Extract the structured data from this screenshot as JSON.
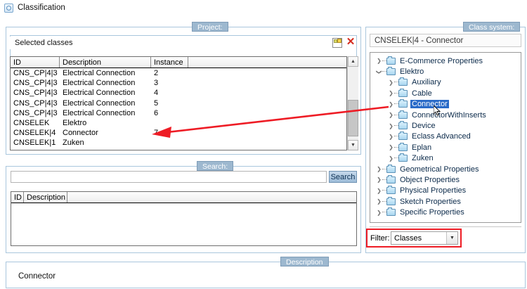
{
  "window": {
    "title": "Classification",
    "icon": "classification-icon"
  },
  "panels": {
    "project": {
      "label": "Project:"
    },
    "class_system": {
      "label": "Class system:"
    },
    "search": {
      "label": "Search:"
    },
    "description": {
      "label": "Description"
    }
  },
  "selected_classes": {
    "title": "Selected classes",
    "toolbar": {
      "new_icon": "new-class-icon",
      "close_icon": "close-icon"
    },
    "columns": [
      "ID",
      "Description",
      "Instance",
      ""
    ],
    "rows": [
      {
        "id": "CNS_CP|4|3",
        "description": "Electrical Connection",
        "instance": "2"
      },
      {
        "id": "CNS_CP|4|3",
        "description": "Electrical Connection",
        "instance": "3"
      },
      {
        "id": "CNS_CP|4|3",
        "description": "Electrical Connection",
        "instance": "4"
      },
      {
        "id": "CNS_CP|4|3",
        "description": "Electrical Connection",
        "instance": "5"
      },
      {
        "id": "CNS_CP|4|3",
        "description": "Electrical Connection",
        "instance": "6"
      },
      {
        "id": "CNSELEK",
        "description": "Elektro",
        "instance": ""
      },
      {
        "id": "CNSELEK|4",
        "description": "Connector",
        "instance": "7"
      },
      {
        "id": "CNSELEK|1",
        "description": "Zuken",
        "instance": ""
      }
    ],
    "scrollbar": {
      "up_icon": "chevron-up-icon",
      "down_icon": "chevron-down-icon"
    }
  },
  "search": {
    "input_value": "",
    "placeholder": "",
    "button_label": "Search",
    "results_columns": [
      "ID",
      "Description",
      ""
    ],
    "results_rows": []
  },
  "class_system": {
    "selected_path": "CNSELEK|4 - Connector",
    "tree": [
      {
        "label": "E-Commerce Properties",
        "depth": 0,
        "state": "collapsed",
        "selected": false
      },
      {
        "label": "Elektro",
        "depth": 0,
        "state": "expanded",
        "selected": false
      },
      {
        "label": "Auxiliary",
        "depth": 1,
        "state": "collapsed",
        "selected": false
      },
      {
        "label": "Cable",
        "depth": 1,
        "state": "collapsed",
        "selected": false
      },
      {
        "label": "Connector",
        "depth": 1,
        "state": "collapsed",
        "selected": true
      },
      {
        "label": "ConnectorWithInserts",
        "depth": 1,
        "state": "collapsed",
        "selected": false
      },
      {
        "label": "Device",
        "depth": 1,
        "state": "collapsed",
        "selected": false
      },
      {
        "label": "Eclass Advanced",
        "depth": 1,
        "state": "collapsed",
        "selected": false
      },
      {
        "label": "Eplan",
        "depth": 1,
        "state": "collapsed",
        "selected": false
      },
      {
        "label": "Zuken",
        "depth": 1,
        "state": "collapsed",
        "selected": false
      },
      {
        "label": "Geometrical Properties",
        "depth": 0,
        "state": "collapsed",
        "selected": false
      },
      {
        "label": "Object Properties",
        "depth": 0,
        "state": "collapsed",
        "selected": false
      },
      {
        "label": "Physical Properties",
        "depth": 0,
        "state": "collapsed",
        "selected": false
      },
      {
        "label": "Sketch Properties",
        "depth": 0,
        "state": "collapsed",
        "selected": false
      },
      {
        "label": "Specific Properties",
        "depth": 0,
        "state": "collapsed",
        "selected": false
      }
    ],
    "filter": {
      "label": "Filter:",
      "value": "Classes",
      "arrow_icon": "chevron-down-icon"
    }
  },
  "description": {
    "text": "Connector"
  },
  "annotation": {
    "arrow_color": "#ee1c25",
    "highlight_color": "#ee1c25"
  },
  "colors": {
    "panel_border": "#a9c6dd",
    "label_badge": "#9db8cf",
    "selection_blue": "#2a6bc8",
    "accent_red": "#ee1c25"
  }
}
